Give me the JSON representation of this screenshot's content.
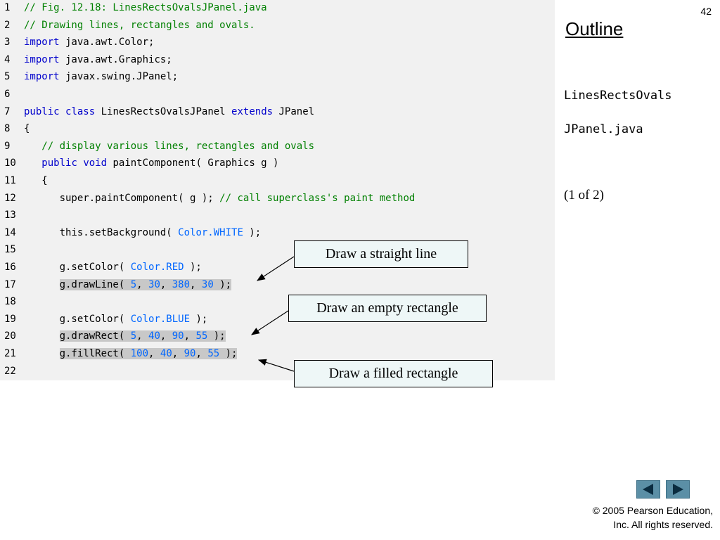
{
  "slide_number": "42",
  "outline": {
    "title": "Outline",
    "file_line1": "LinesRectsOvals",
    "file_line2": "JPanel.java",
    "page": "(1 of 2)"
  },
  "code": {
    "lines": [
      {
        "num": "1",
        "tokens": [
          {
            "t": "// Fig. 12.18: LinesRectsOvalsJPanel.java",
            "c": "c"
          }
        ]
      },
      {
        "num": "2",
        "tokens": [
          {
            "t": "// Drawing lines, rectangles and ovals.",
            "c": "c"
          }
        ]
      },
      {
        "num": "3",
        "tokens": [
          {
            "t": "import",
            "c": "k"
          },
          {
            "t": " java.awt.Color;",
            "c": "t"
          }
        ]
      },
      {
        "num": "4",
        "tokens": [
          {
            "t": "import",
            "c": "k"
          },
          {
            "t": " java.awt.Graphics;",
            "c": "t"
          }
        ]
      },
      {
        "num": "5",
        "tokens": [
          {
            "t": "import",
            "c": "k"
          },
          {
            "t": " javax.swing.JPanel;",
            "c": "t"
          }
        ]
      },
      {
        "num": "6",
        "tokens": []
      },
      {
        "num": "7",
        "tokens": [
          {
            "t": "public",
            "c": "k"
          },
          {
            "t": " ",
            "c": "t"
          },
          {
            "t": "class",
            "c": "k"
          },
          {
            "t": " LinesRectsOvalsJPanel ",
            "c": "t"
          },
          {
            "t": "extends",
            "c": "k"
          },
          {
            "t": " JPanel",
            "c": "t"
          }
        ]
      },
      {
        "num": "8",
        "tokens": [
          {
            "t": "{",
            "c": "t"
          }
        ]
      },
      {
        "num": "9",
        "tokens": [
          {
            "t": "   ",
            "c": "t"
          },
          {
            "t": "// display various lines, rectangles and ovals",
            "c": "c"
          }
        ]
      },
      {
        "num": "10",
        "tokens": [
          {
            "t": "   ",
            "c": "t"
          },
          {
            "t": "public",
            "c": "k"
          },
          {
            "t": " ",
            "c": "t"
          },
          {
            "t": "void",
            "c": "k"
          },
          {
            "t": " paintComponent( Graphics g )",
            "c": "t"
          }
        ]
      },
      {
        "num": "11",
        "tokens": [
          {
            "t": "   {",
            "c": "t"
          }
        ]
      },
      {
        "num": "12",
        "tokens": [
          {
            "t": "      super.paintComponent( g ); ",
            "c": "t"
          },
          {
            "t": "// call superclass's paint method",
            "c": "c"
          }
        ]
      },
      {
        "num": "13",
        "tokens": []
      },
      {
        "num": "14",
        "tokens": [
          {
            "t": "      this.setBackground( ",
            "c": "t"
          },
          {
            "t": "Color.WHITE",
            "c": "n"
          },
          {
            "t": " );",
            "c": "t"
          }
        ]
      },
      {
        "num": "15",
        "tokens": []
      },
      {
        "num": "16",
        "tokens": [
          {
            "t": "      g.setColor( ",
            "c": "t"
          },
          {
            "t": "Color.RED",
            "c": "n"
          },
          {
            "t": " );",
            "c": "t"
          }
        ]
      },
      {
        "num": "17",
        "tokens": [
          {
            "t": "      ",
            "c": "t"
          },
          {
            "t": "g.drawLine( ",
            "c": "t",
            "h": true
          },
          {
            "t": "5",
            "c": "n",
            "h": true
          },
          {
            "t": ", ",
            "c": "t",
            "h": true
          },
          {
            "t": "30",
            "c": "n",
            "h": true
          },
          {
            "t": ", ",
            "c": "t",
            "h": true
          },
          {
            "t": "380",
            "c": "n",
            "h": true
          },
          {
            "t": ", ",
            "c": "t",
            "h": true
          },
          {
            "t": "30",
            "c": "n",
            "h": true
          },
          {
            "t": " );",
            "c": "t",
            "h": true
          }
        ]
      },
      {
        "num": "18",
        "tokens": []
      },
      {
        "num": "19",
        "tokens": [
          {
            "t": "      g.setColor( ",
            "c": "t"
          },
          {
            "t": "Color.BLUE",
            "c": "n"
          },
          {
            "t": " );",
            "c": "t"
          }
        ]
      },
      {
        "num": "20",
        "tokens": [
          {
            "t": "      ",
            "c": "t"
          },
          {
            "t": "g.drawRect( ",
            "c": "t",
            "h": true
          },
          {
            "t": "5",
            "c": "n",
            "h": true
          },
          {
            "t": ", ",
            "c": "t",
            "h": true
          },
          {
            "t": "40",
            "c": "n",
            "h": true
          },
          {
            "t": ", ",
            "c": "t",
            "h": true
          },
          {
            "t": "90",
            "c": "n",
            "h": true
          },
          {
            "t": ", ",
            "c": "t",
            "h": true
          },
          {
            "t": "55",
            "c": "n",
            "h": true
          },
          {
            "t": " );",
            "c": "t",
            "h": true
          }
        ]
      },
      {
        "num": "21",
        "tokens": [
          {
            "t": "      ",
            "c": "t"
          },
          {
            "t": "g.fillRect( ",
            "c": "t",
            "h": true
          },
          {
            "t": "100",
            "c": "n",
            "h": true
          },
          {
            "t": ", ",
            "c": "t",
            "h": true
          },
          {
            "t": "40",
            "c": "n",
            "h": true
          },
          {
            "t": ", ",
            "c": "t",
            "h": true
          },
          {
            "t": "90",
            "c": "n",
            "h": true
          },
          {
            "t": ", ",
            "c": "t",
            "h": true
          },
          {
            "t": "55",
            "c": "n",
            "h": true
          },
          {
            "t": " );",
            "c": "t",
            "h": true
          }
        ]
      },
      {
        "num": "22",
        "tokens": []
      }
    ]
  },
  "callouts": {
    "straight_line": "Draw a straight line",
    "empty_rect": "Draw an empty rectangle",
    "filled_rect": "Draw a filled rectangle"
  },
  "nav": {
    "prev_icon": "left-triangle-icon",
    "next_icon": "right-triangle-icon"
  },
  "copyright": {
    "line1": "© 2005 Pearson Education,",
    "line2": "Inc.  All rights reserved."
  },
  "colors": {
    "comment": "#008000",
    "keyword": "#0000cc",
    "literal": "#0066ff",
    "highlight": "#c8c8c8",
    "callout_bg": "#eef7f7",
    "nav_button": "#5b8fa6"
  }
}
